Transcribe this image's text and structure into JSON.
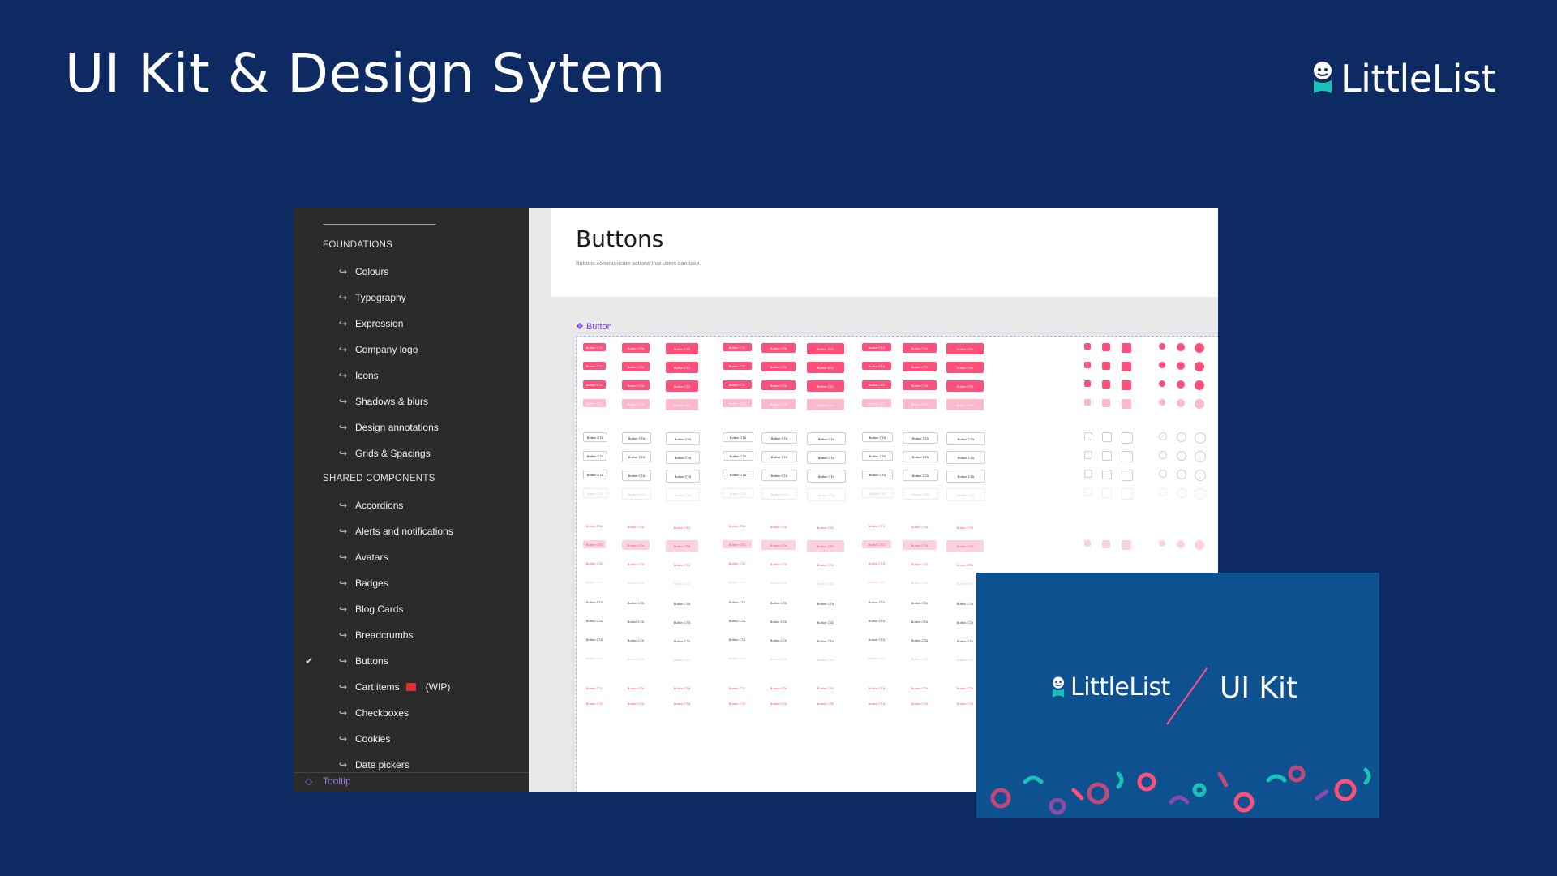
{
  "slide": {
    "title": "UI Kit & Design Sytem",
    "brand_name": "LittleList"
  },
  "sidebar": {
    "sections": [
      {
        "label": "FOUNDATIONS",
        "items": [
          "Colours",
          "Typography",
          "Expression",
          "Company logo",
          "Icons",
          "Shadows & blurs",
          "Design annotations",
          "Grids & Spacings"
        ]
      },
      {
        "label": "SHARED COMPONENTS",
        "items": [
          "Accordions",
          "Alerts and notifications",
          "Avatars",
          "Badges",
          "Blog Cards",
          "Breadcrumbs",
          "Buttons",
          "Cart items",
          "Checkboxes",
          "Cookies",
          "Date pickers"
        ]
      }
    ],
    "selected_item": "Buttons",
    "wip_suffix": "(WIP)",
    "footer_item": "Tooltip"
  },
  "page": {
    "title": "Buttons",
    "description": "Buttons communicate actions that users can take.",
    "component_label": "Button"
  },
  "button_label": "Button CTA",
  "promo": {
    "brand_name": "LittleList",
    "title": "UI Kit"
  },
  "colors": {
    "background": "#0e2a63",
    "brand_teal": "#19c2b6",
    "brand_pink": "#ff4f7b",
    "sidebar": "#2b2b2b",
    "promo": "#0e5190",
    "component_purple": "#7c3aed"
  },
  "icons": {
    "brand": "littlelist-logo-icon",
    "item": "return-arrow-icon",
    "selected": "check-icon",
    "component": "component-icon",
    "tooltip": "diamond-icon"
  }
}
